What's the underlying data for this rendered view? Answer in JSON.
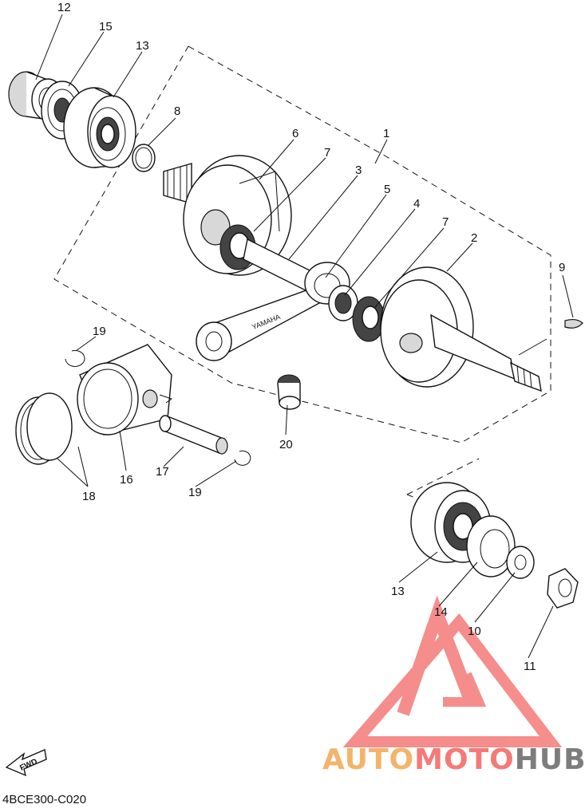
{
  "diagram": {
    "code": "4BCE300-C020",
    "fwd_label": "FWD",
    "callouts": [
      {
        "id": "c12",
        "text": "12"
      },
      {
        "id": "c15",
        "text": "15"
      },
      {
        "id": "c13a",
        "text": "13"
      },
      {
        "id": "c8",
        "text": "8"
      },
      {
        "id": "c6",
        "text": "6"
      },
      {
        "id": "c1",
        "text": "1"
      },
      {
        "id": "c7a",
        "text": "7"
      },
      {
        "id": "c3",
        "text": "3"
      },
      {
        "id": "c5",
        "text": "5"
      },
      {
        "id": "c4",
        "text": "4"
      },
      {
        "id": "c7b",
        "text": "7"
      },
      {
        "id": "c2",
        "text": "2"
      },
      {
        "id": "c9",
        "text": "9"
      },
      {
        "id": "c19a",
        "text": "19"
      },
      {
        "id": "c16",
        "text": "16"
      },
      {
        "id": "c17",
        "text": "17"
      },
      {
        "id": "c19b",
        "text": "19"
      },
      {
        "id": "c18",
        "text": "18"
      },
      {
        "id": "c20",
        "text": "20"
      },
      {
        "id": "c13b",
        "text": "13"
      },
      {
        "id": "c14",
        "text": "14"
      },
      {
        "id": "c10",
        "text": "10"
      },
      {
        "id": "c11",
        "text": "11"
      }
    ],
    "rod_text": "YAMAHA"
  },
  "watermark": {
    "part1": "AUTO",
    "part2": "MOTO",
    "part3": "HUB",
    "colors": {
      "auto": "#f4b36b",
      "moto": "#f47a78",
      "hub": "#7d7d7d",
      "logo": "#f47a78"
    }
  }
}
